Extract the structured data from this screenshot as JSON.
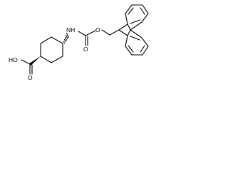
{
  "molecule": {
    "name": "",
    "labels": {
      "carboxylic_acid": "HO",
      "amide_nh": "NH",
      "carbonyl_o": "O",
      "ester_o": "O",
      "acid_carbonyl_o": "O"
    },
    "stereo": {
      "wedge": "bold",
      "hash": "hashed"
    },
    "colors": {
      "ink": "#000000",
      "background": "#ffffff"
    }
  }
}
